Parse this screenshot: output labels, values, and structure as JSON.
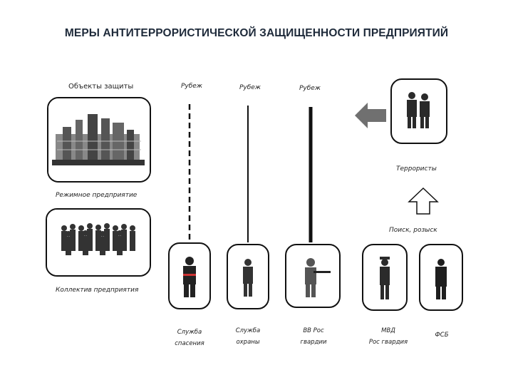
{
  "title": "МЕРЫ АНТИТЕРРОРИСТИЧЕСКОЙ ЗАЩИЩЕННОСТИ ПРЕДПРИЯТИЙ",
  "objects_label": "Объекты защиты",
  "boundaries": [
    "Рубеж",
    "Рубеж",
    "Рубеж"
  ],
  "enterprise_label": "Режимное предприятие",
  "staff_label": "Коллектив предприятия",
  "terrorists_label": "Террористы",
  "search_label": "Поиск, розыск",
  "services": [
    {
      "line1": "Служба",
      "line2": "спасения"
    },
    {
      "line1": "Служба",
      "line2": "охраны"
    },
    {
      "line1": "ВВ Рос",
      "line2": "гвардии"
    },
    {
      "line1": "МВД",
      "line2": "Рос гвардия"
    },
    {
      "line1": "ФСБ",
      "line2": ""
    }
  ],
  "colors": {
    "frame": "#111111",
    "arrow_gray": "#707070",
    "title": "#1e2a3a"
  }
}
